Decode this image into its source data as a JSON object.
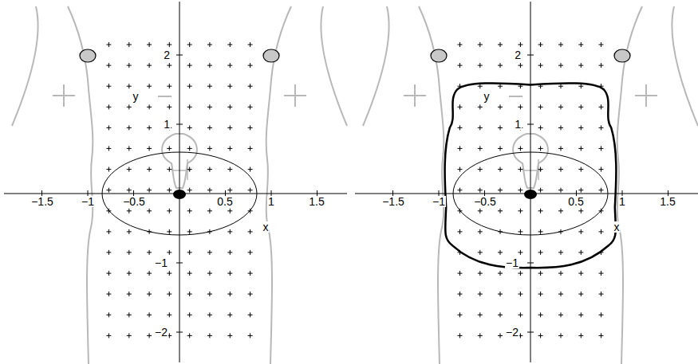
{
  "diagram": {
    "labels": [
      "x",
      "y",
      "−1.5",
      "−1",
      "−0.5",
      "0.5",
      "1",
      "1.5",
      "2",
      "1",
      "−1",
      "−2",
      "x",
      "y",
      "−1.5",
      "−1",
      "−0.5",
      "0.5",
      "1",
      "1.5",
      "2",
      "1",
      "−1",
      "−2"
    ]
  }
}
